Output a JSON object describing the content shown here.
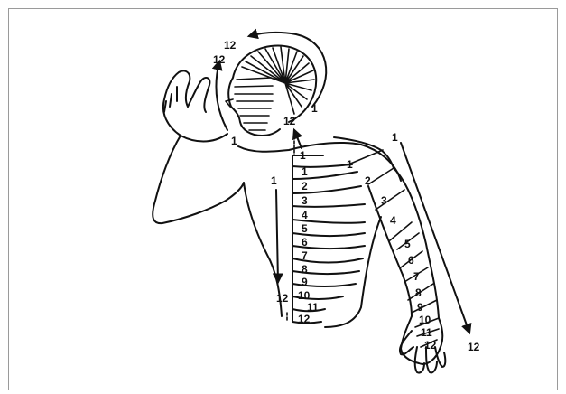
{
  "diagram": {
    "labels": {
      "head_top": "12",
      "head_side": "12",
      "head_right": "1",
      "face_bottom": "1",
      "spine_top": "12",
      "neck": "1",
      "shoulder": "1",
      "arm_top": "1",
      "arm_bottom": "12",
      "back_top": "1",
      "back_bottom": "12"
    },
    "trunk_bands": [
      "1",
      "2",
      "3",
      "4",
      "5",
      "6",
      "7",
      "8",
      "9",
      "10",
      "11",
      "12"
    ],
    "arm_bands": [
      "2",
      "3",
      "4",
      "5",
      "6",
      "7",
      "8",
      "9",
      "10",
      "11",
      "12"
    ]
  }
}
